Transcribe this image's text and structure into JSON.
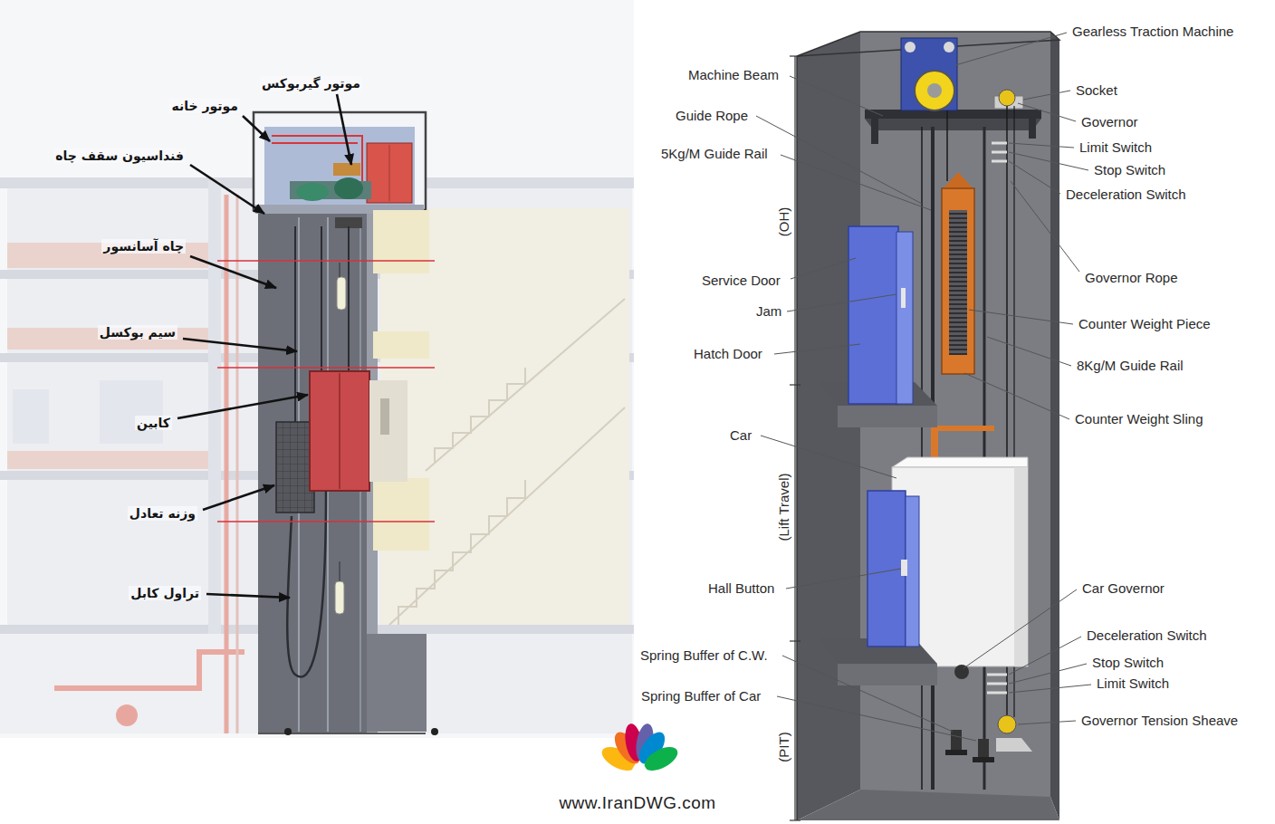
{
  "diagram": {
    "labels": [
      "موتور گیربوکس",
      "موتور خانه",
      "فنداسیون سقف چاه",
      "چاه آسانسور",
      "سیم بوکسل",
      "کابین",
      "وزنه تعادل",
      "تراول کابل",
      "Machine Beam",
      "Guide Rope",
      "5Kg/M Guide Rail",
      "(OH)",
      "Service Door",
      "Jam",
      "Hatch Door",
      "Car",
      "(Lift Travel)",
      "Hall Button",
      "Spring Buffer of C.W.",
      "Spring Buffer of Car",
      "(PIT)",
      "Gearless Traction Machine",
      "Socket",
      "Governor",
      "Limit Switch",
      "Stop Switch",
      "Deceleration Switch",
      "Governor Rope",
      "Counter Weight Piece",
      "8Kg/M Guide Rail",
      "Counter Weight Sling",
      "Car Governor",
      "Deceleration Switch",
      "Stop Switch",
      "Limit Switch",
      "Governor Tension Sheave",
      "www.IranDWG.com"
    ]
  }
}
